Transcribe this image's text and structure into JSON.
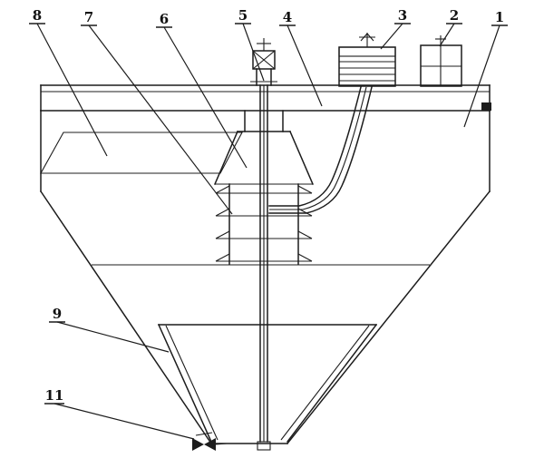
{
  "figure": {
    "background": "#ffffff",
    "line_color": "#1c1c1c"
  },
  "parts": [
    {
      "label": "8"
    },
    {
      "label": "7"
    },
    {
      "label": "6"
    },
    {
      "label": "5"
    },
    {
      "label": "4"
    },
    {
      "label": "3"
    },
    {
      "label": "2"
    },
    {
      "label": "1"
    },
    {
      "label": "9"
    },
    {
      "label": "11"
    }
  ]
}
